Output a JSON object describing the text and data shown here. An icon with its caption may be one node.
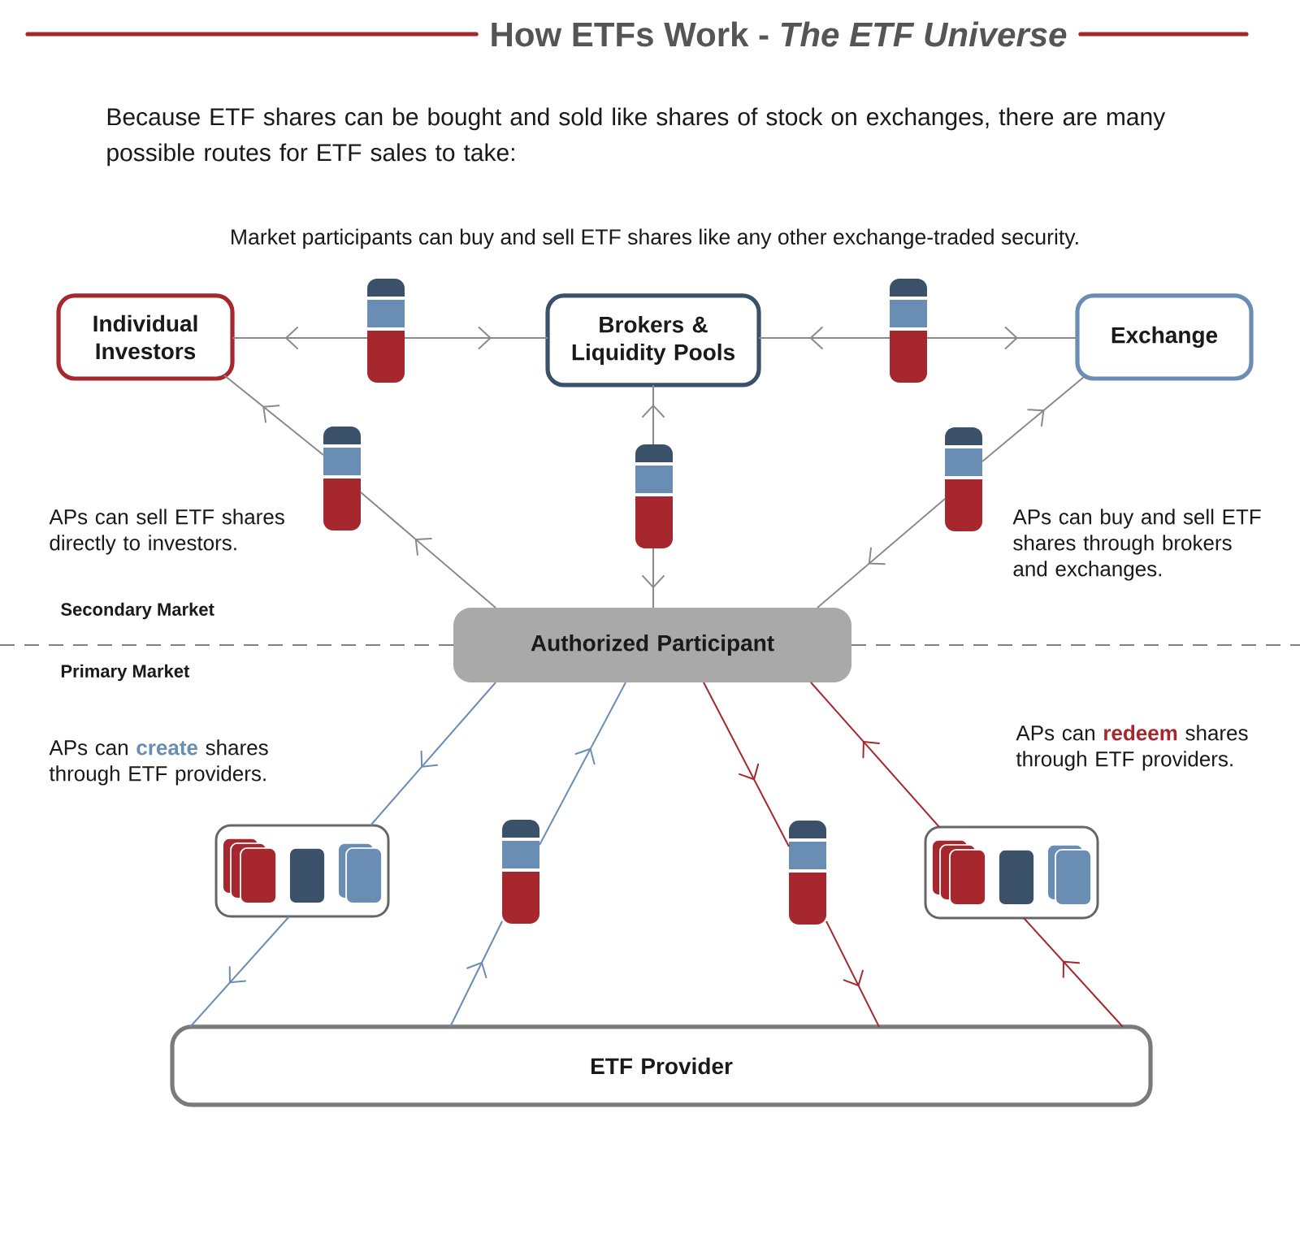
{
  "diagram": {
    "title": "How ETFs Work - *The ETF Universe*",
    "nodes": [
      {
        "text": [
          "Individual Investors"
        ]
      },
      {
        "text": [],
        "shape": "bar"
      },
      {
        "text": [
          "Brokers & Liquidity Pools"
        ]
      },
      {
        "text": [],
        "shape": "bar"
      },
      {
        "text": [
          "Exchange"
        ]
      },
      {
        "text": [],
        "shape": "bar"
      },
      {
        "text": [],
        "shape": "bar"
      },
      {
        "text": [],
        "shape": "bar"
      },
      {
        "text": [
          "Authorized Participant"
        ]
      },
      {
        "text": [],
        "shape": "picture"
      },
      {
        "text": [],
        "shape": "bar"
      },
      {
        "text": [],
        "shape": "bar"
      },
      {
        "text": [],
        "shape": "picture"
      },
      {
        "text": [
          "ETF Provider"
        ]
      }
    ],
    "edges": [
      {
        "from": 1,
        "to": 0,
        "arrow": "to"
      },
      {
        "from": 1,
        "to": 2,
        "arrow": "to"
      },
      {
        "from": 3,
        "to": 2,
        "arrow": "to"
      },
      {
        "from": 3,
        "to": 4,
        "arrow": "to"
      },
      {
        "from": 8,
        "to": 5,
        "arrow": "to"
      },
      {
        "from": 5,
        "to": 0,
        "arrow": "to"
      },
      {
        "from": 6,
        "to": 2,
        "arrow": "to"
      },
      {
        "from": 6,
        "to": 8,
        "arrow": "to"
      },
      {
        "from": 7,
        "to": 4,
        "arrow": "to"
      },
      {
        "from": 7,
        "to": 8,
        "arrow": "to"
      },
      {
        "from": 8,
        "to": 9,
        "arrow": "to",
        "color": "#6a8db3"
      },
      {
        "from": 9,
        "to": 13,
        "arrow": "to",
        "color": "#6a8db3"
      },
      {
        "from": 13,
        "to": 10,
        "arrow": "to",
        "color": "#6a8db3"
      },
      {
        "from": 10,
        "to": 8,
        "arrow": "to",
        "color": "#6a8db3"
      },
      {
        "from": 8,
        "to": 11,
        "arrow": "to",
        "color": "#a6282e"
      },
      {
        "from": 11,
        "to": 13,
        "arrow": "to",
        "color": "#a6282e"
      },
      {
        "from": 13,
        "to": 12,
        "arrow": "to",
        "color": "#a6282e"
      },
      {
        "from": 12,
        "to": 8,
        "arrow": "to",
        "color": "#a6282e"
      }
    ],
    "labels": [
      "Because ETF shares can be bought and sold like shares of stock on exchanges, there are many possible routes for ETF sales to take:",
      "Market participants can buy and sell ETF shares like any other exchange-traded security.",
      "APs can sell ETF shares directly to investors.",
      "APs can buy and sell ETF shares through brokers and exchanges.",
      "Secondary Market",
      "Primary Market",
      "APs can **create** shares through ETF providers.",
      "APs can **redeem** shares through ETF providers."
    ]
  }
}
